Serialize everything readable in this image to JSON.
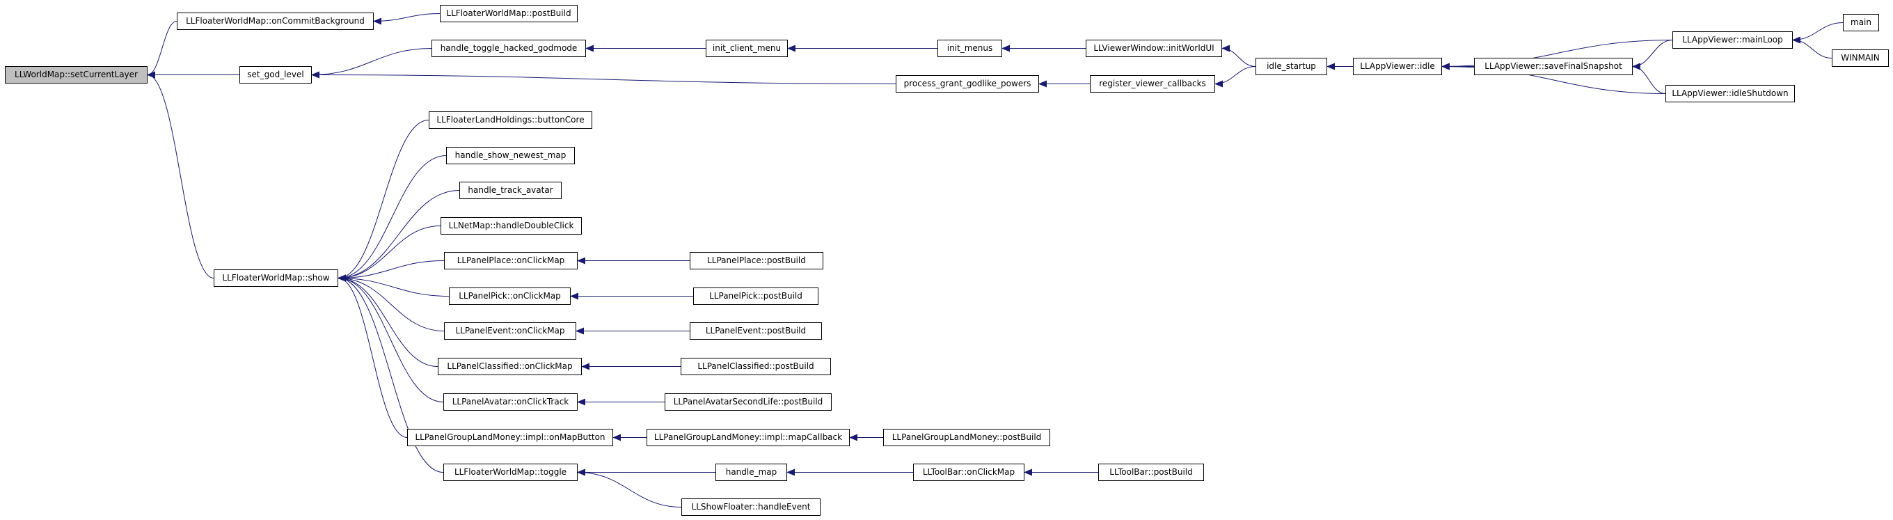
{
  "graph": {
    "edge_color": "#191970",
    "root_fill": "#bfbfbf",
    "nodes": [
      {
        "id": "setCurrentLayer",
        "label": "LLWorldMap::setCurrentLayer",
        "root": true
      },
      {
        "id": "onCommitBackground",
        "label": "LLFloaterWorldMap::onCommitBackground"
      },
      {
        "id": "fwmPostBuild",
        "label": "LLFloaterWorldMap::postBuild"
      },
      {
        "id": "set_god_level",
        "label": "set_god_level"
      },
      {
        "id": "handle_toggle",
        "label": "handle_toggle_hacked_godmode"
      },
      {
        "id": "init_client_menu",
        "label": "init_client_menu"
      },
      {
        "id": "init_menus",
        "label": "init_menus"
      },
      {
        "id": "initWorldUI",
        "label": "LLViewerWindow::initWorldUI"
      },
      {
        "id": "idle_startup",
        "label": "idle_startup"
      },
      {
        "id": "idle",
        "label": "LLAppViewer::idle"
      },
      {
        "id": "saveFinalSnapshot",
        "label": "LLAppViewer::saveFinalSnapshot"
      },
      {
        "id": "mainLoop",
        "label": "LLAppViewer::mainLoop"
      },
      {
        "id": "main",
        "label": "main"
      },
      {
        "id": "WINMAIN",
        "label": "WINMAIN"
      },
      {
        "id": "idleShutdown",
        "label": "LLAppViewer::idleShutdown"
      },
      {
        "id": "process_grant",
        "label": "process_grant_godlike_powers"
      },
      {
        "id": "register_cb",
        "label": "register_viewer_callbacks"
      },
      {
        "id": "fwmShow",
        "label": "LLFloaterWorldMap::show"
      },
      {
        "id": "buttonCore",
        "label": "LLFloaterLandHoldings::buttonCore"
      },
      {
        "id": "newest_map",
        "label": "handle_show_newest_map"
      },
      {
        "id": "track_avatar",
        "label": "handle_track_avatar"
      },
      {
        "id": "netmap",
        "label": "LLNetMap::handleDoubleClick"
      },
      {
        "id": "placeClick",
        "label": "LLPanelPlace::onClickMap"
      },
      {
        "id": "placePost",
        "label": "LLPanelPlace::postBuild"
      },
      {
        "id": "pickClick",
        "label": "LLPanelPick::onClickMap"
      },
      {
        "id": "pickPost",
        "label": "LLPanelPick::postBuild"
      },
      {
        "id": "eventClick",
        "label": "LLPanelEvent::onClickMap"
      },
      {
        "id": "eventPost",
        "label": "LLPanelEvent::postBuild"
      },
      {
        "id": "classClick",
        "label": "LLPanelClassified::onClickMap"
      },
      {
        "id": "classPost",
        "label": "LLPanelClassified::postBuild"
      },
      {
        "id": "avatarTrack",
        "label": "LLPanelAvatar::onClickTrack"
      },
      {
        "id": "avatarPost",
        "label": "LLPanelAvatarSecondLife::postBuild"
      },
      {
        "id": "glmButton",
        "label": "LLPanelGroupLandMoney::impl::onMapButton"
      },
      {
        "id": "glmCallback",
        "label": "LLPanelGroupLandMoney::impl::mapCallback"
      },
      {
        "id": "glmPost",
        "label": "LLPanelGroupLandMoney::postBuild"
      },
      {
        "id": "fwmToggle",
        "label": "LLFloaterWorldMap::toggle"
      },
      {
        "id": "handle_map",
        "label": "handle_map"
      },
      {
        "id": "toolbarClick",
        "label": "LLToolBar::onClickMap"
      },
      {
        "id": "toolbarPost",
        "label": "LLToolBar::postBuild"
      },
      {
        "id": "showFloater",
        "label": "LLShowFloater::handleEvent"
      }
    ],
    "edges": [
      [
        "onCommitBackground",
        "setCurrentLayer"
      ],
      [
        "fwmPostBuild",
        "onCommitBackground"
      ],
      [
        "set_god_level",
        "setCurrentLayer"
      ],
      [
        "handle_toggle",
        "set_god_level"
      ],
      [
        "process_grant",
        "set_god_level"
      ],
      [
        "init_client_menu",
        "handle_toggle"
      ],
      [
        "init_menus",
        "init_client_menu"
      ],
      [
        "initWorldUI",
        "init_menus"
      ],
      [
        "idle_startup",
        "initWorldUI"
      ],
      [
        "register_cb",
        "process_grant"
      ],
      [
        "idle_startup",
        "register_cb"
      ],
      [
        "idle",
        "idle_startup"
      ],
      [
        "mainLoop",
        "idle"
      ],
      [
        "saveFinalSnapshot",
        "idle"
      ],
      [
        "idleShutdown",
        "idle"
      ],
      [
        "mainLoop",
        "saveFinalSnapshot"
      ],
      [
        "idleShutdown",
        "saveFinalSnapshot"
      ],
      [
        "main",
        "mainLoop"
      ],
      [
        "WINMAIN",
        "mainLoop"
      ],
      [
        "fwmShow",
        "setCurrentLayer"
      ],
      [
        "buttonCore",
        "fwmShow"
      ],
      [
        "newest_map",
        "fwmShow"
      ],
      [
        "track_avatar",
        "fwmShow"
      ],
      [
        "netmap",
        "fwmShow"
      ],
      [
        "placeClick",
        "fwmShow"
      ],
      [
        "pickClick",
        "fwmShow"
      ],
      [
        "eventClick",
        "fwmShow"
      ],
      [
        "classClick",
        "fwmShow"
      ],
      [
        "avatarTrack",
        "fwmShow"
      ],
      [
        "glmButton",
        "fwmShow"
      ],
      [
        "fwmToggle",
        "fwmShow"
      ],
      [
        "placePost",
        "placeClick"
      ],
      [
        "pickPost",
        "pickClick"
      ],
      [
        "eventPost",
        "eventClick"
      ],
      [
        "classPost",
        "classClick"
      ],
      [
        "avatarPost",
        "avatarTrack"
      ],
      [
        "glmCallback",
        "glmButton"
      ],
      [
        "glmPost",
        "glmCallback"
      ],
      [
        "handle_map",
        "fwmToggle"
      ],
      [
        "showFloater",
        "fwmToggle"
      ],
      [
        "toolbarClick",
        "handle_map"
      ],
      [
        "toolbarPost",
        "toolbarClick"
      ]
    ]
  }
}
